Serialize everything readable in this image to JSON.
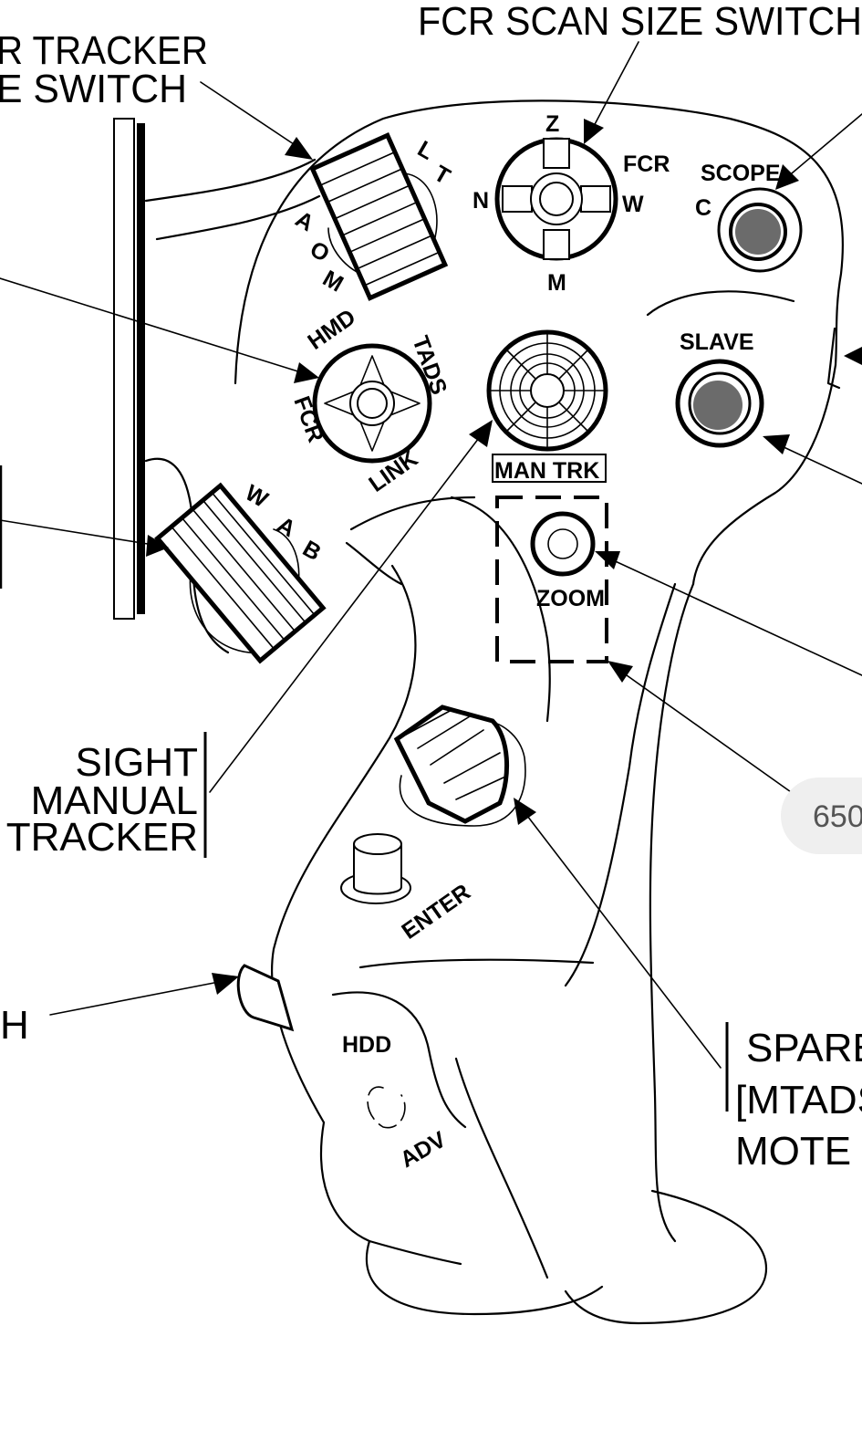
{
  "callouts": {
    "fcr_scan_size_switch": "FCR SCAN SIZE SWITCH",
    "tracker_line1": "R TRACKER",
    "tracker_line2": "E SWITCH",
    "sight_manual_tracker_1": "SIGHT",
    "sight_manual_tracker_2": "MANUAL",
    "sight_manual_tracker_3": "TRACKER",
    "spare_line1": "SPARE",
    "spare_line2": "[MTADS",
    "spare_line3": "MOTE",
    "h_fragment": "H"
  },
  "switch_labels": {
    "z": "Z",
    "n": "N",
    "w": "W",
    "m": "M",
    "fcr_top": "FCR",
    "scope": "SCOPE",
    "c": "C",
    "l": "L",
    "t": "T",
    "a": "A",
    "o": "O",
    "m2": "M",
    "hmd": "HMD",
    "tads": "TADS",
    "fcr_left": "FCR",
    "link": "LINK",
    "slave": "SLAVE",
    "man_trk": "MAN TRK",
    "zoom": "ZOOM",
    "w2": "W",
    "a2": "A",
    "b": "B",
    "enter": "ENTER",
    "hdd": "HDD",
    "adv": "ADV"
  },
  "badge": {
    "text": "650"
  },
  "colors": {
    "line": "#000000",
    "button_fill": "#6b6b6b",
    "badge_bg": "#efefef",
    "badge_text": "#555555"
  }
}
